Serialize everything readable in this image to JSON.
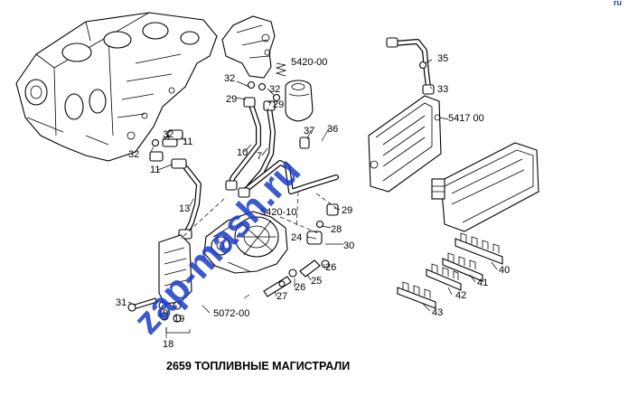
{
  "caption": "2659 ТОПЛИВНЫЕ МАГИСТРАЛИ",
  "watermark": "zap-mash.ru",
  "watermark_corner": "ru",
  "colors": {
    "ink": "#000000",
    "watermark": "#1a3cc8",
    "background": "#ffffff"
  },
  "callouts": {
    "c5420_00": "5420-00",
    "c5417_00": "5417 00",
    "c5420_10": "5420-10",
    "c5072_00": "5072-00",
    "n32a": "32",
    "n29a": "29",
    "n32b": "32",
    "n29b": "29",
    "n35": "35",
    "n33": "33",
    "n36": "36",
    "n37": "37",
    "n32c": "32",
    "n32d": "32",
    "n11a": "11",
    "n11b": "11",
    "n10": "10",
    "n7": "7",
    "n13": "13",
    "n29c": "29",
    "n28": "28",
    "n24": "24",
    "n30": "30",
    "n26a": "26",
    "n25": "25",
    "n26b": "26",
    "n27": "27",
    "n40": "40",
    "n41": "41",
    "n42": "42",
    "n43": "43",
    "n31": "31",
    "n19a": "19",
    "n19b": "19",
    "n18": "18"
  }
}
